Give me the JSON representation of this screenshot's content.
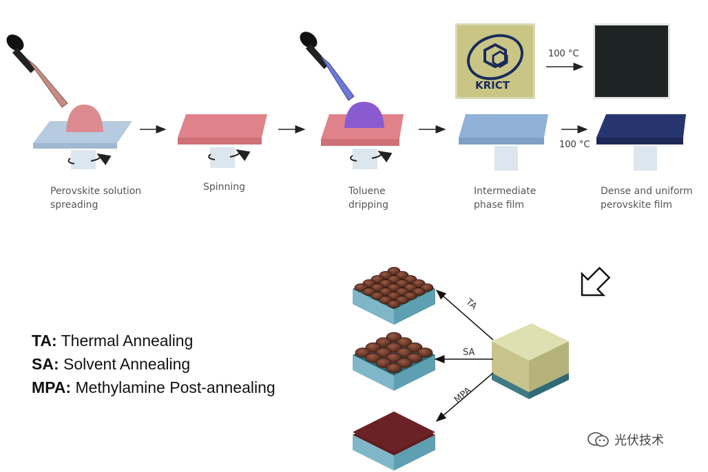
{
  "stages": [
    {
      "label_line1": "Perovskite solution",
      "label_line2": "spreading"
    },
    {
      "label_line1": "Spinning",
      "label_line2": ""
    },
    {
      "label_line1": "Toluene",
      "label_line2": "dripping"
    },
    {
      "label_line1": "Intermediate",
      "label_line2": "phase film"
    },
    {
      "label_line1": "Dense and uniform",
      "label_line2": "perovskite film"
    }
  ],
  "anneal_labels": {
    "top": "100 °C",
    "bottom": "100 °C"
  },
  "photo_text": "KRICT",
  "routes": {
    "ta": "TA",
    "sa": "SA",
    "mpa": "MPA"
  },
  "legend": [
    {
      "abbr": "TA:",
      "text": " Thermal Annealing"
    },
    {
      "abbr": "SA:",
      "text": " Solvent Annealing"
    },
    {
      "abbr": "MPA:",
      "text": " Methylamine Post-annealing"
    }
  ],
  "watermark": "光伏技术",
  "colors": {
    "substrate": "#a9c3dc",
    "pink_film": "#d9787c",
    "droplet_pink": "#e08b8e",
    "droplet_purple": "#8a5bd0",
    "intermediate": "#8fb2d6",
    "dense_film": "#27356f",
    "grain_brown": "#6e3a2a",
    "smooth_film": "#5e1b1f"
  }
}
